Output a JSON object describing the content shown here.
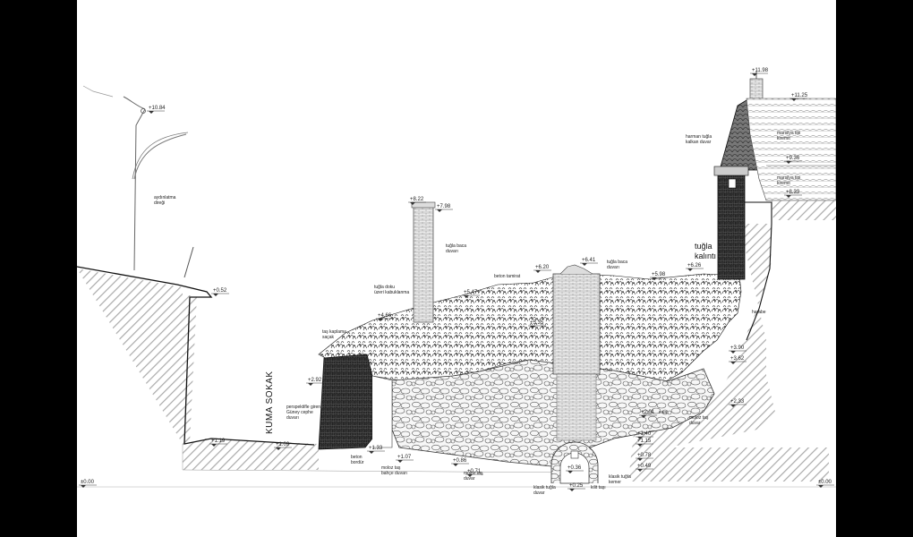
{
  "levels": {
    "pole_top": "+10.84",
    "street_top": "+0.52",
    "chimney_left_a": "+8.22",
    "chimney_left_b": "+7.98",
    "repair": "+6.20",
    "chimney_mid": "+6.41",
    "ridge_right": "+5.98",
    "brick_rem": "+6.26",
    "tower_top": "+11.98",
    "roof_right": "+11.25",
    "roof_mid": "+9.36",
    "roof_low": "+8.39",
    "wall_a": "+5.47",
    "wall_b": "+5.35",
    "wall_c": "+4.66",
    "right_a": "+3.90",
    "right_b": "+3.62",
    "left_wall": "+2.92",
    "right_c": "+2.33",
    "mid_a": "+2.01",
    "street_low": "+1.19",
    "street_mid": "+1.09",
    "base_a": "+1.33",
    "base_b": "+1.07",
    "base_c": "+0.86",
    "base_d": "+0.71",
    "right_d": "+1.40",
    "right_e": "+1.15",
    "right_f": "+0.78",
    "right_g": "+0.49",
    "arch": "+0.36",
    "arch_base": "+0.25",
    "datum_left": "±0.00",
    "datum_right": "±0.00"
  },
  "labels": {
    "lighting_pole": "aydınlatma direği",
    "brick_chimney_wall": "tuğla baca duvarı",
    "brick_texture_coating": "tuğla doku üzeri kabuklanma",
    "concrete_repair": "beton tamirat",
    "brick_chimney_wall_2": "tuğla baca duvarı",
    "brick_remnant": "tuğla kalıntı",
    "harman_brick_gable": "harman tuğla kalkan duvar",
    "marseille_tile_a": "marsilya tipi kiremit",
    "marseille_tile_b": "marsilya tipi kiremit",
    "stone_cladding": "taş kaplama saçak",
    "perspective_facade": "perspektifle giren Güney cephe duvarı",
    "street_name": "KUMA SOKAK",
    "concrete_border": "beton bordür",
    "mortar_stone_garden": "moloz taş bahçe duvarı",
    "mortar_stone_wall": "moloz taş duvar",
    "classic_brick_wall": "klasik tuğla duvar",
    "keystone": "kilit taşı",
    "classic_brick_arch": "klasik tuğla kemer",
    "plaster": "sıva",
    "mortar_stone_wall_r": "moloz taş duvar",
    "ruin": "harabe"
  }
}
